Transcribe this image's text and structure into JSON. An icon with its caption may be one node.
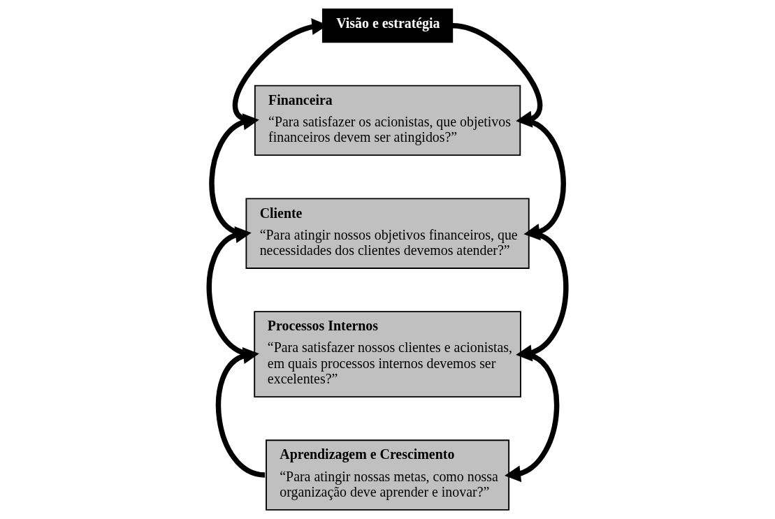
{
  "diagram": {
    "nodes": [
      {
        "text": [
          "Visão e estratégia"
        ]
      },
      {
        "text": [
          "Financeira",
          "“Para satisfazer os acionistas, que objetivos financeiros devem ser atingidos?”"
        ]
      },
      {
        "text": [
          "Cliente",
          "“Para atingir nossos objetivos financeiros, que necessidades dos clientes devemos atender?”"
        ]
      },
      {
        "text": [
          "Processos Internos",
          "“Para satisfazer nossos clientes e acionistas, em quais processos internos devemos ser excelentes?”"
        ]
      },
      {
        "text": [
          "Aprendizagem e Crescimento",
          "“Para atingir nossas metas, como nossa organização deve aprender e inovar?”"
        ]
      }
    ],
    "edges": [
      {
        "from": 0,
        "to": 1,
        "arrow": "to"
      },
      {
        "from": 1,
        "to": 0,
        "arrow": "to"
      },
      {
        "from": 1,
        "to": 2,
        "arrow": "to"
      },
      {
        "from": 2,
        "to": 1,
        "arrow": "to"
      },
      {
        "from": 2,
        "to": 3,
        "arrow": "to"
      },
      {
        "from": 3,
        "to": 2,
        "arrow": "to"
      },
      {
        "from": 3,
        "to": 4,
        "arrow": "to"
      },
      {
        "from": 4,
        "to": 3,
        "arrow": "to"
      }
    ]
  }
}
